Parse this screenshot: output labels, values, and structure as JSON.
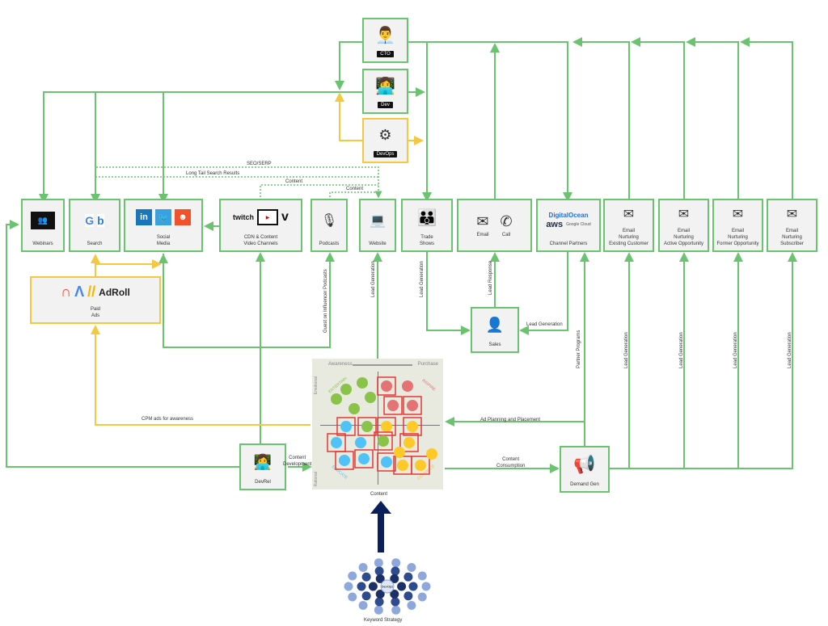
{
  "colors": {
    "green": "#6cc36f",
    "yellow": "#f5c842",
    "navy": "#0b1f5c",
    "box_bg": "#f2f2f2",
    "red_frame": "#e53935"
  },
  "roles": {
    "cto": {
      "label": "CTO"
    },
    "dev": {
      "label": "Dev"
    },
    "devops": {
      "label": "DevOps"
    },
    "devrel": {
      "label": "DevRel"
    },
    "sales": {
      "label": "Sales"
    },
    "demand_gen": {
      "label": "Demand Gen"
    }
  },
  "channels": {
    "webinars": {
      "label": "Webinars"
    },
    "search": {
      "label": "Search",
      "logos": [
        "Google",
        "Microsoft Bing"
      ]
    },
    "social": {
      "label": "Social\nMedia",
      "logos": [
        "LinkedIn",
        "Twitter",
        "Reddit"
      ]
    },
    "video": {
      "label": "CDN & Content\nVideo Channels",
      "logos": [
        "twitch",
        "YouTube",
        "Vimeo"
      ]
    },
    "podcasts": {
      "label": "Podcasts"
    },
    "website": {
      "label": "Website"
    },
    "trade_shows": {
      "label": "Trade\nShows"
    },
    "email_call": {
      "email": "Email",
      "call": "Call"
    },
    "partners": {
      "label": "Channel Partners",
      "logos": [
        "DigitalOcean",
        "aws",
        "Google Cloud"
      ]
    },
    "nurture_existing": {
      "label": "Email\nNurturing\nExisting Customer"
    },
    "nurture_active": {
      "label": "Email\nNurturing\nActive Opportunity"
    },
    "nurture_former": {
      "label": "Email\nNurturing\nFormer Opportunity"
    },
    "nurture_subscriber": {
      "label": "Email\nNurturing\nSubscriber"
    },
    "paid_ads": {
      "label": "Paid\nAds",
      "logos": [
        "Google Ad Manager",
        "Google Ads",
        "Google AdSense",
        "AdRoll"
      ]
    }
  },
  "edges": {
    "seo": "SEO/SERP",
    "long_tail": "Long Tail Search Results",
    "content1": "Content",
    "content2": "Content",
    "guest_podcasts": "Guest on Influencer Podcasts",
    "lead_gen_website": "Lead Generation",
    "lead_gen_trade": "Lead Generation",
    "lead_response": "Lead Response",
    "lead_gen_partner": "Lead Generation",
    "partner_programs": "Partner Programs",
    "lead_gen_n1": "Lead Generation",
    "lead_gen_n2": "Lead Generation",
    "lead_gen_n3": "Lead Generation",
    "lead_gen_n4": "Lead Generation",
    "cpm": "CPM ads for awareness",
    "content_dev": "Content\nDevelopment",
    "ad_planning": "Ad Planning and Placement",
    "content_consumption": "Content\nConsumption"
  },
  "matrix": {
    "x_start": "Awareness",
    "x_end": "Purchase",
    "y_top": "Emotional",
    "y_bottom": "Rational",
    "q_tl": "ENTERTAIN",
    "q_tr": "INSPIRE",
    "q_bl": "EDUCATE",
    "q_br": "CONVINCE",
    "caption": "Content"
  },
  "keyword": {
    "center": "DevOps",
    "caption": "Keyword Strategy"
  }
}
